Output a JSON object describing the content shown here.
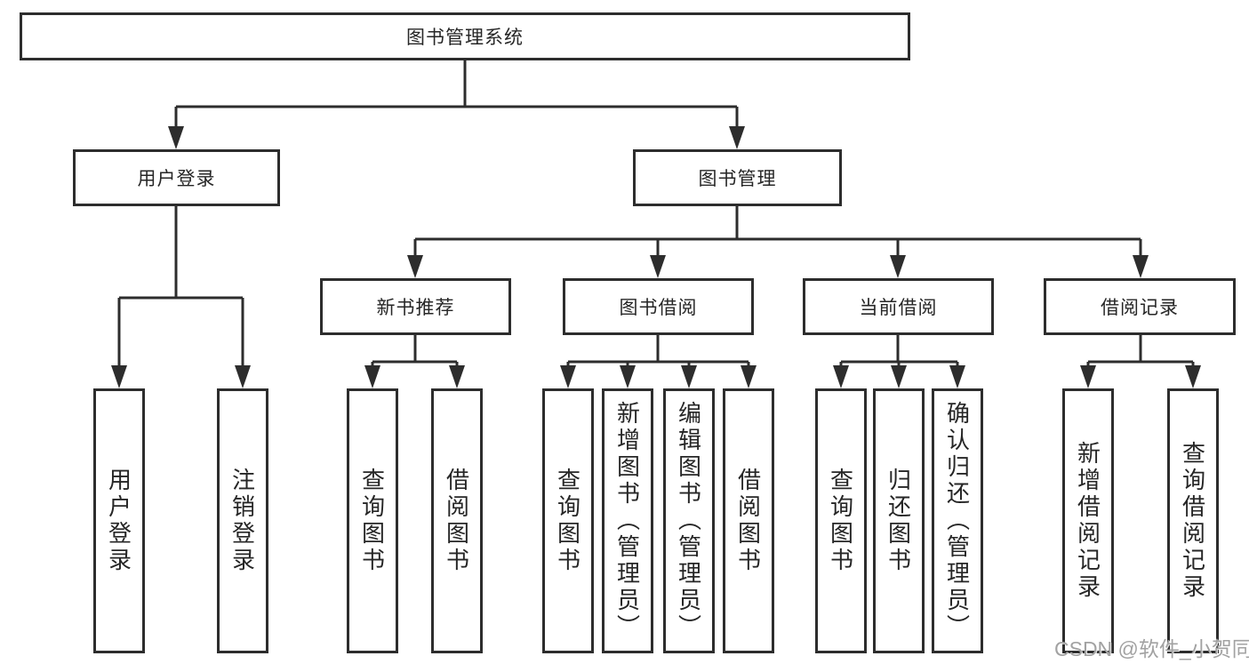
{
  "tree": {
    "root": {
      "label": "图书管理系统"
    },
    "branches": [
      {
        "label": "用户登录",
        "children": [
          {
            "label": "用户登录"
          },
          {
            "label": "注销登录"
          }
        ]
      },
      {
        "label": "图书管理",
        "children": [
          {
            "label": "新书推荐",
            "children": [
              {
                "label": "查询图书"
              },
              {
                "label": "借阅图书"
              }
            ]
          },
          {
            "label": "图书借阅",
            "children": [
              {
                "label": "查询图书"
              },
              {
                "label": "新增图书（管理员）"
              },
              {
                "label": "编辑图书（管理员）"
              },
              {
                "label": "借阅图书"
              }
            ]
          },
          {
            "label": "当前借阅",
            "children": [
              {
                "label": "查询图书"
              },
              {
                "label": "归还图书"
              },
              {
                "label": "确认归还（管理员）"
              }
            ]
          },
          {
            "label": "借阅记录",
            "children": [
              {
                "label": "新增借阅记录"
              },
              {
                "label": "查询借阅记录"
              }
            ]
          }
        ]
      }
    ]
  },
  "watermark": "CSDN @软件_小贺同学",
  "colors": {
    "line": "#2d2d2d",
    "text": "#262626",
    "watermark": "#a2a2a2",
    "background": "#ffffff"
  }
}
